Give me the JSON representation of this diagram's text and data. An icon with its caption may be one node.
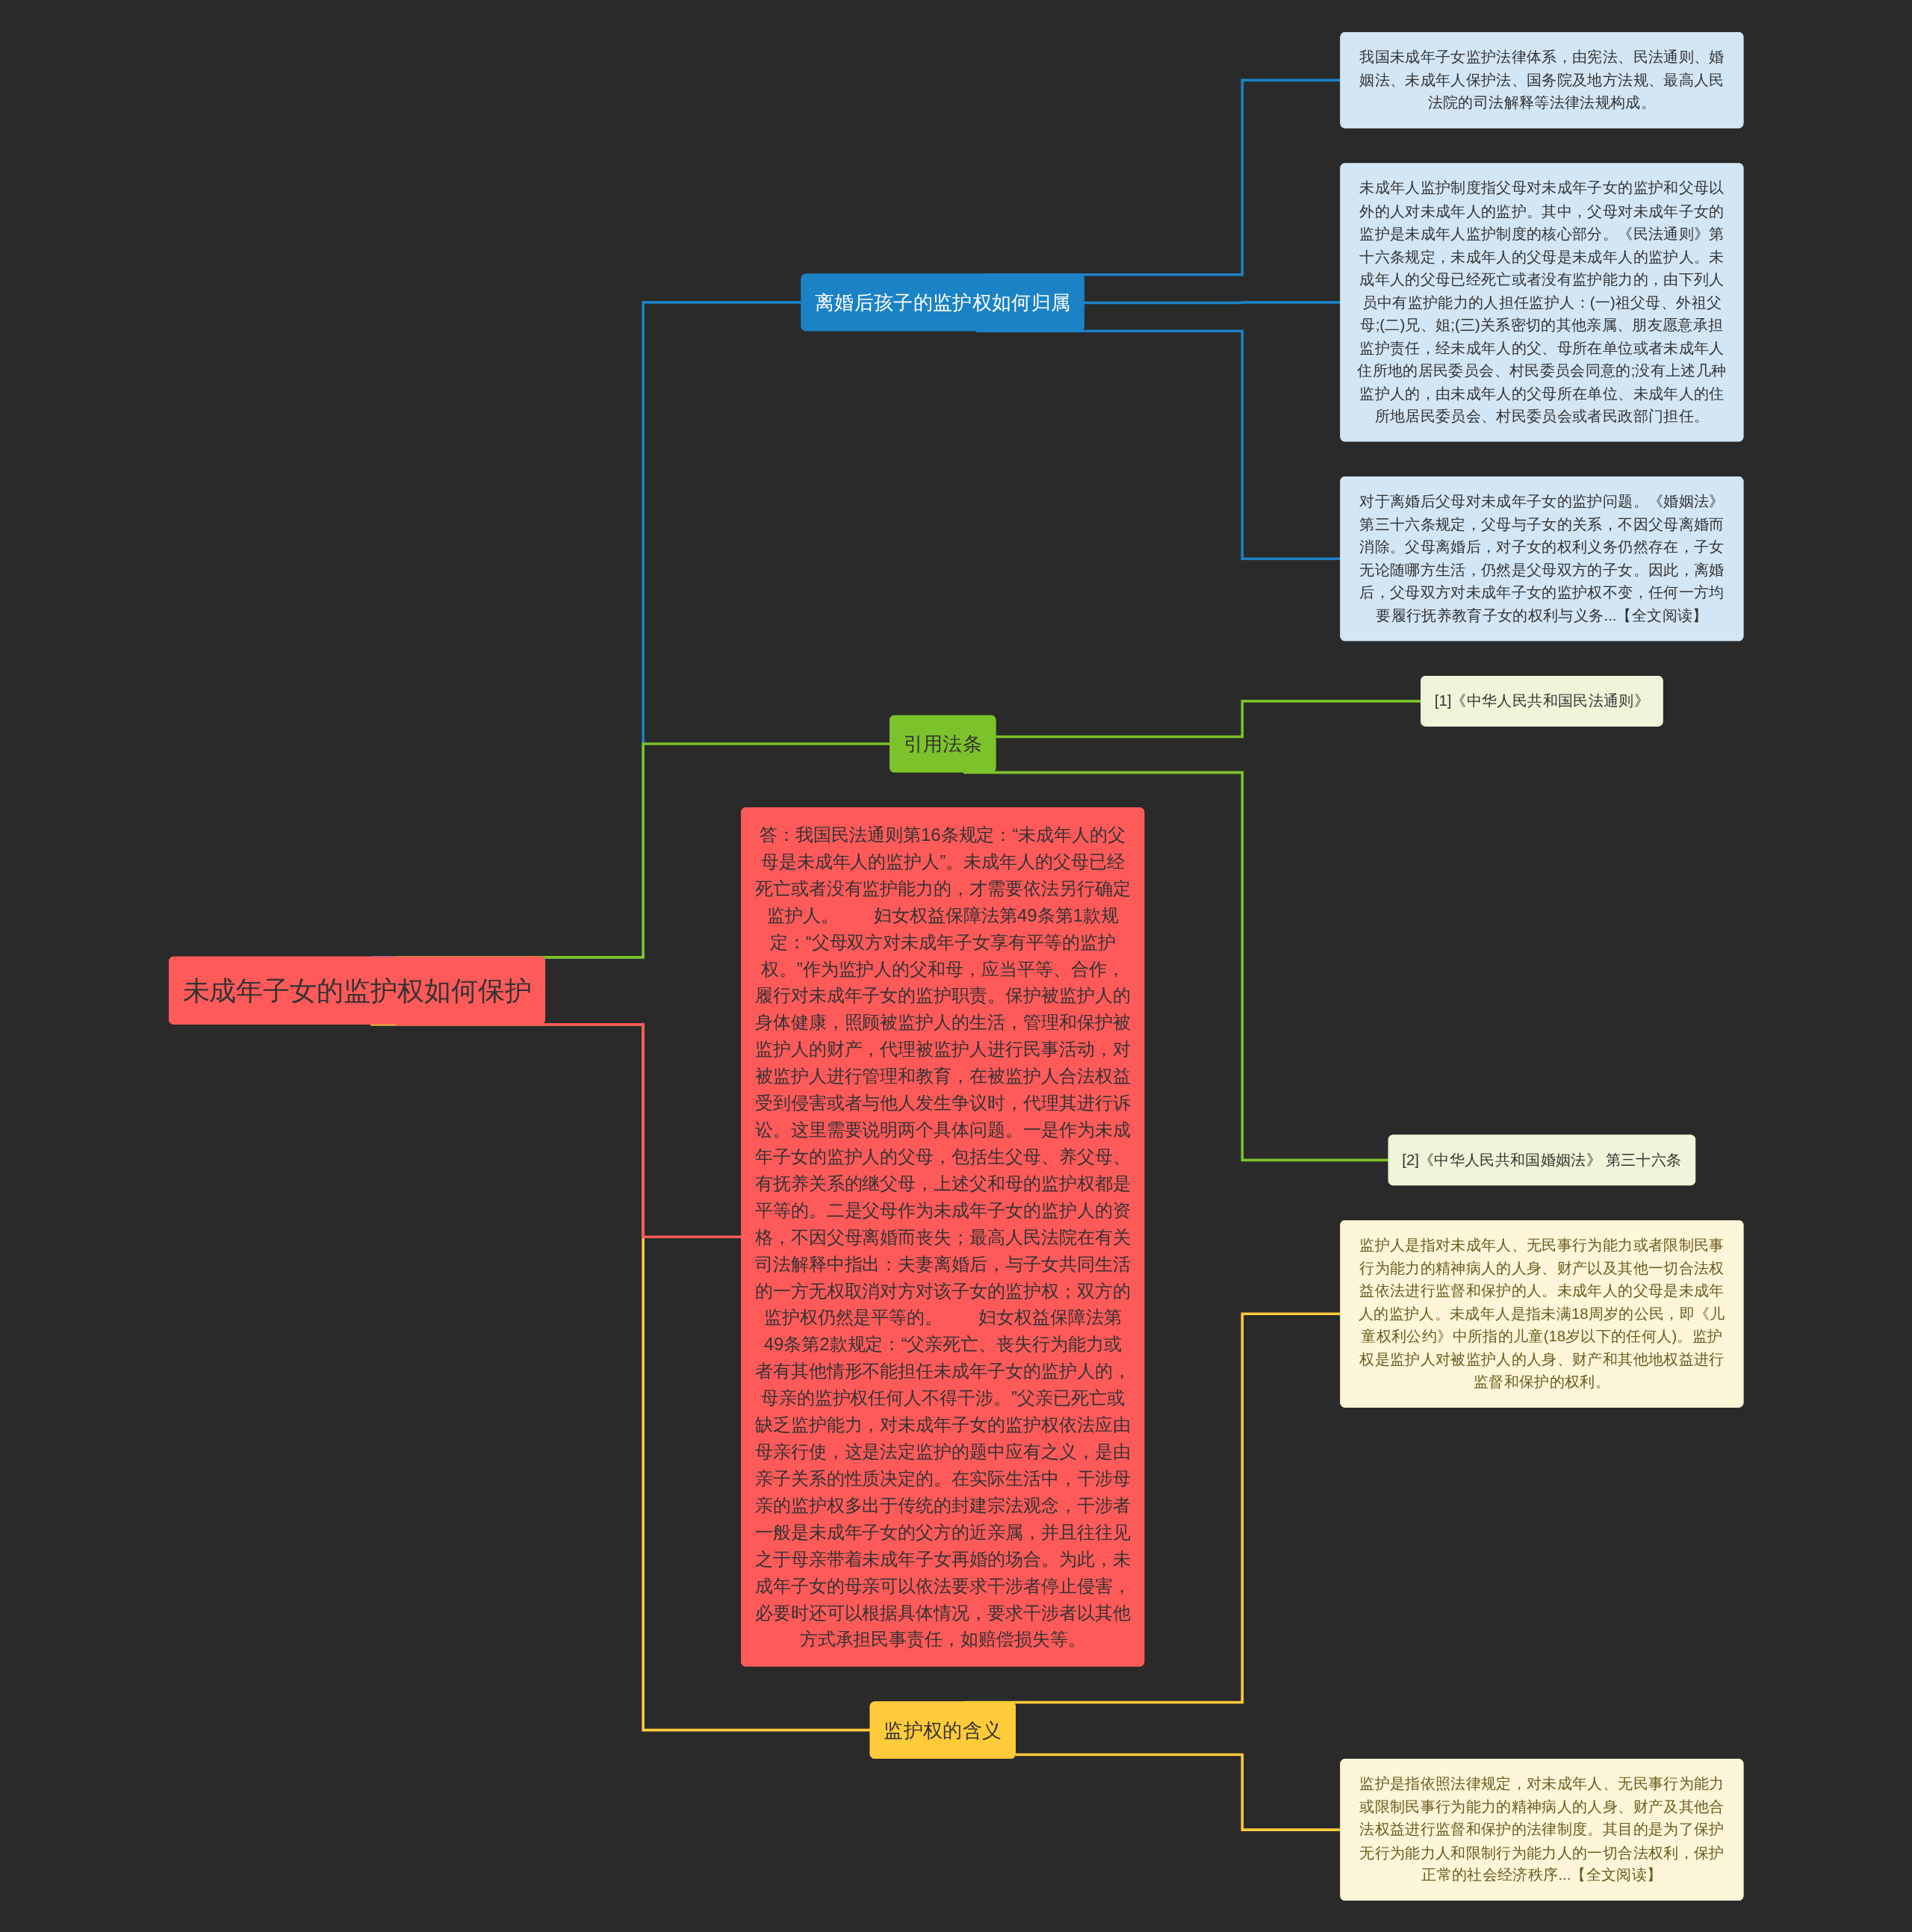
{
  "diagram": {
    "nodes": [
      {
        "text": [
          "未成年子女的监护权如何保护"
        ]
      },
      {
        "text": [
          "离婚后孩子的监护权如何归属"
        ]
      },
      {
        "text": [
          "我国未成年子女监护法律体系，由宪法、民法通则、婚姻法、未成年人保护法、国务院及地方法规、最高人民法院的司法解释等法律法规构成。"
        ]
      },
      {
        "text": [
          "未成年人监护制度指父母对未成年子女的监护和父母以外的人对未成年人的监护。其中，父母对未成年子女的监护是未成年人监护制度的核心部分。《民法通则》第十六条规定，未成年人的父母是未成年人的监护人。未成年人的父母已经死亡或者没有监护能力的，由下列人员中有监护能力的人担任监护人：(一)祖父母、外祖父母;(二)兄、姐;(三)关系密切的其他亲属、朋友愿意承担监护责任，经未成年人的父、母所在单位或者未成年人住所地的居民委员会、村民委员会同意的;没有上述几种监护人的，由未成年人的父母所在单位、未成年人的住所地居民委员会、村民委员会或者民政部门担任。"
        ]
      },
      {
        "text": [
          "对于离婚后父母对未成年子女的监护问题。《婚姻法》第三十六条规定，父母与子女的关系，不因父母离婚而消除。父母离婚后，对子女的权利义务仍然存在，子女无论随哪方生活，仍然是父母双方的子女。因此，离婚后，父母双方对未成年子女的监护权不变，任何一方均要履行抚养教育子女的权利与义务...【全文阅读】"
        ]
      },
      {
        "text": [
          "引用法条"
        ]
      },
      {
        "text": [
          "[1]《中华人民共和国民法通则》"
        ]
      },
      {
        "text": [
          "[2]《中华人民共和国婚姻法》 第三十六条"
        ]
      },
      {
        "text": [
          "答：我国民法通则第16条规定：“未成年人的父母是未成年人的监护人”。未成年人的父母已经死亡或者没有监护能力的，才需要依法另行确定监护人。　　妇女权益保障法第49条第1款规定：“父母双方对未成年子女享有平等的监护权。”作为监护人的父和母，应当平等、合作，履行对未成年子女的监护职责。保护被监护人的身体健康，照顾被监护人的生活，管理和保护被监护人的财产，代理被监护人进行民事活动，对被监护人进行管理和教育，在被监护人合法权益受到侵害或者与他人发生争议时，代理其进行诉讼。这里需要说明两个具体问题。一是作为未成年子女的监护人的父母，包括生父母、养父母、有抚养关系的继父母，上述父和母的监护权都是平等的。二是父母作为未成年子女的监护人的资格，不因父母离婚而丧失；最高人民法院在有关司法解释中指出：夫妻离婚后，与子女共同生活的一方无权取消对方对该子女的监护权；双方的监护权仍然是平等的。　　妇女权益保障法第49条第2款规定：“父亲死亡、丧失行为能力或者有其他情形不能担任未成年子女的监护人的，母亲的监护权任何人不得干涉。”父亲已死亡或缺乏监护能力，对未成年子女的监护权依法应由母亲行使，这是法定监护的题中应有之义，是由亲子关系的性质决定的。在实际生活中，干涉母亲的监护权多出于传统的封建宗法观念，干涉者一般是未成年子女的父方的近亲属，并且往往见之于母亲带着未成年子女再婚的场合。为此，未成年子女的母亲可以依法要求干涉者停止侵害，必要时还可以根据具体情况，要求干涉者以其他方式承担民事责任，如赔偿损失等。"
        ]
      },
      {
        "text": [
          "监护权的含义"
        ]
      },
      {
        "text": [
          "监护人是指对未成年人、无民事行为能力或者限制民事行为能力的精神病人的人身、财产以及其他一切合法权益依法进行监督和保护的人。未成年人的父母是未成年人的监护人。未成年人是指未满18周岁的公民，即《儿童权利公约》中所指的儿童(18岁以下的任何人)。监护权是监护人对被监护人的人身、财产和其他地权益进行监督和保护的权利。"
        ]
      },
      {
        "text": [
          "监护是指依照法律规定，对未成年人、无民事行为能力或限制民事行为能力的精神病人的人身、财产及其他合法权益进行监督和保护的法律制度。其目的是为了保护无行为能力人和限制行为能力人的一切合法权利，保护正常的社会经济秩序...【全文阅读】"
        ]
      }
    ],
    "edges": [
      {
        "from": 0,
        "to": 1,
        "arrow": "none",
        "color": "#1b82c6"
      },
      {
        "from": 1,
        "to": 2,
        "arrow": "none",
        "color": "#1b82c6"
      },
      {
        "from": 1,
        "to": 3,
        "arrow": "none",
        "color": "#1b82c6"
      },
      {
        "from": 1,
        "to": 4,
        "arrow": "none",
        "color": "#1b82c6"
      },
      {
        "from": 0,
        "to": 5,
        "arrow": "none",
        "color": "#7cc22a"
      },
      {
        "from": 5,
        "to": 6,
        "arrow": "none",
        "color": "#7cc22a"
      },
      {
        "from": 5,
        "to": 7,
        "arrow": "none",
        "color": "#7cc22a"
      },
      {
        "from": 0,
        "to": 8,
        "arrow": "none",
        "color": "#ff5a5a"
      },
      {
        "from": 0,
        "to": 9,
        "arrow": "none",
        "color": "#ffcb3a"
      },
      {
        "from": 9,
        "to": 10,
        "arrow": "none",
        "color": "#ffcb3a"
      },
      {
        "from": 9,
        "to": 11,
        "arrow": "none",
        "color": "#ffcb3a"
      }
    ]
  }
}
